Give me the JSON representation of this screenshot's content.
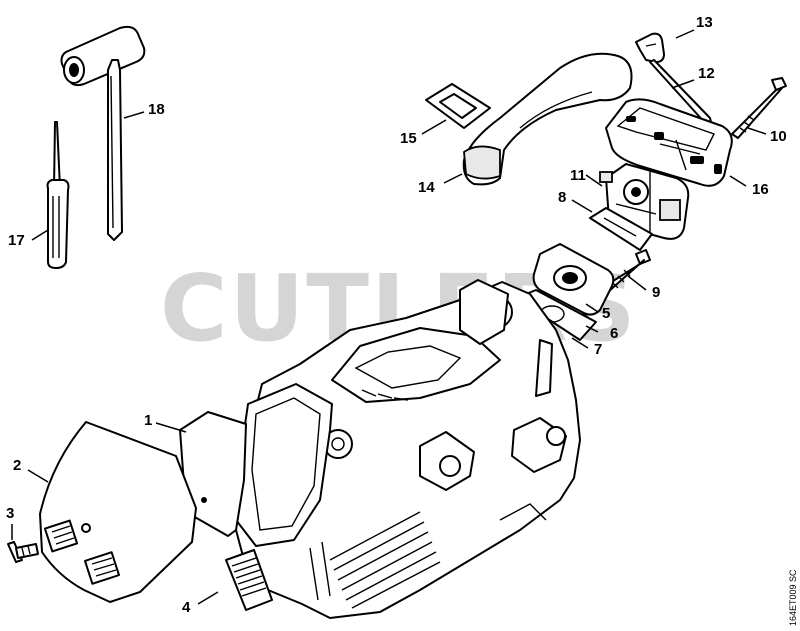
{
  "watermark": "CUTLERS",
  "drawing_code": "164ET009 SC",
  "callouts": [
    {
      "id": "1",
      "label": "1"
    },
    {
      "id": "2",
      "label": "2"
    },
    {
      "id": "3",
      "label": "3"
    },
    {
      "id": "4",
      "label": "4"
    },
    {
      "id": "5",
      "label": "5"
    },
    {
      "id": "6",
      "label": "6"
    },
    {
      "id": "7",
      "label": "7"
    },
    {
      "id": "8",
      "label": "8"
    },
    {
      "id": "9",
      "label": "9"
    },
    {
      "id": "10",
      "label": "10"
    },
    {
      "id": "11",
      "label": "11"
    },
    {
      "id": "12",
      "label": "12"
    },
    {
      "id": "13",
      "label": "13"
    },
    {
      "id": "14",
      "label": "14"
    },
    {
      "id": "15",
      "label": "15"
    },
    {
      "id": "16",
      "label": "16"
    },
    {
      "id": "17",
      "label": "17"
    },
    {
      "id": "18",
      "label": "18"
    }
  ]
}
